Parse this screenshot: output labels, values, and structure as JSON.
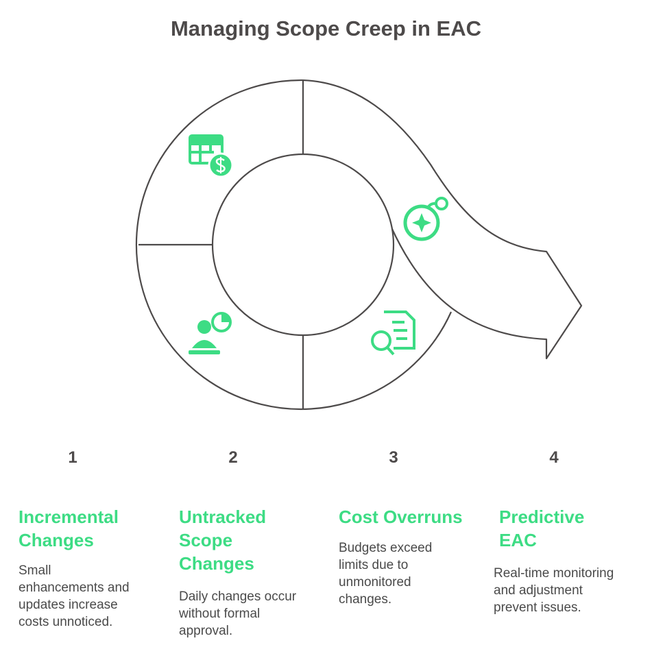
{
  "title": "Managing Scope Creep in EAC",
  "colors": {
    "accent": "#3ddc84",
    "stroke": "#4d4a4a",
    "text": "#4a4a4a"
  },
  "steps": [
    {
      "number": "1",
      "title": "Incremental Changes",
      "title_lines": [
        "Incremental",
        "Changes"
      ],
      "description_lines": [
        "Small",
        "enhancements and",
        "updates increase",
        "costs unnoticed."
      ],
      "icon": "spreadsheet-dollar-icon"
    },
    {
      "number": "2",
      "title": "Untracked Scope Changes",
      "title_lines": [
        "Untracked",
        "Scope",
        "Changes"
      ],
      "description_lines": [
        "Daily changes occur",
        "without formal",
        "approval."
      ],
      "icon": "person-chart-icon"
    },
    {
      "number": "3",
      "title": "Cost Overruns",
      "title_lines": [
        "Cost Overruns"
      ],
      "description_lines": [
        "Budgets exceed",
        "limits due to",
        "unmonitored",
        "changes."
      ],
      "icon": "document-search-icon"
    },
    {
      "number": "4",
      "title": "Predictive EAC",
      "title_lines": [
        "Predictive",
        "EAC"
      ],
      "description_lines": [
        "Real-time monitoring",
        "and adjustment",
        "prevent issues."
      ],
      "icon": "compass-icon"
    }
  ]
}
